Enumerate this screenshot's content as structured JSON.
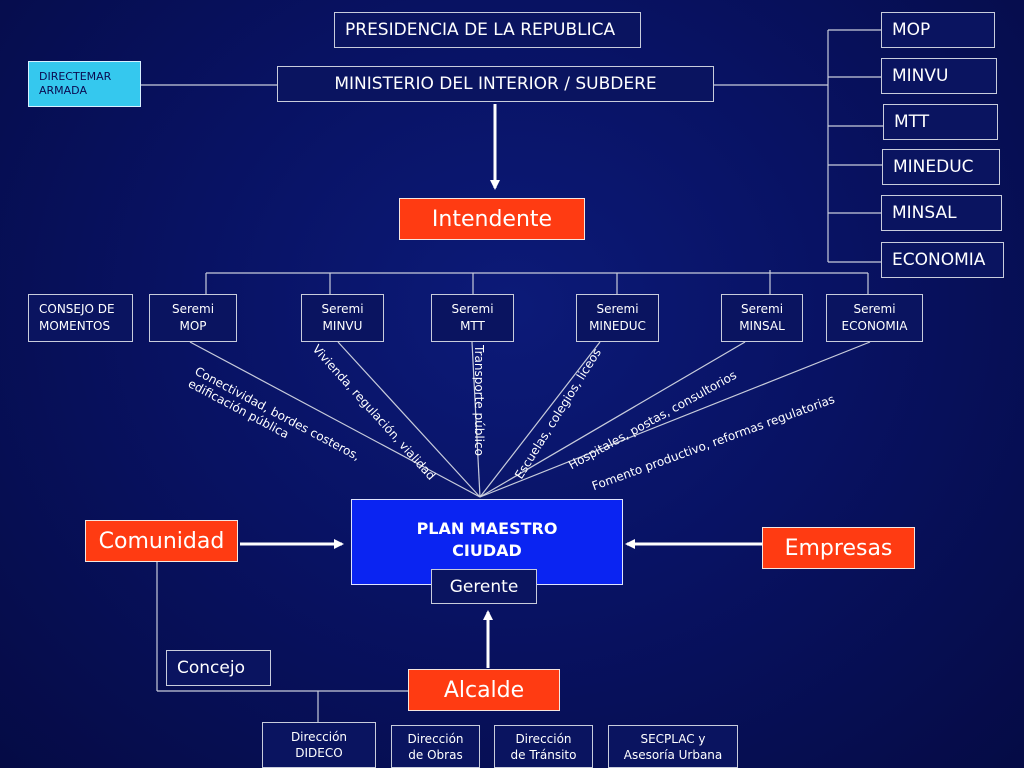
{
  "presidencia": "PRESIDENCIA DE LA REPUBLICA",
  "ministerio": "MINISTERIO DEL INTERIOR / SUBDERE",
  "directemar": "DIRECTEMAR\nARMADA",
  "intendente": "Intendente",
  "ministries": [
    "MOP",
    "MINVU",
    "MTT",
    "MINEDUC",
    "MINSAL",
    "ECONOMIA"
  ],
  "consejo": "CONSEJO DE\nMOMENTOS",
  "seremis": [
    "Seremi\nMOP",
    "Seremi\nMINVU",
    "Seremi\nMTT",
    "Seremi\nMINEDUC",
    "Seremi\nMINSAL",
    "Seremi\nECONOMIA"
  ],
  "annotations": {
    "mop": "Conectividad, bordes costeros,\nedificación pública",
    "minvu": "Vivienda, regulación, vialidad",
    "mtt": "Transporte público",
    "mineduc": "Escuelas, colegios, liceos",
    "minsal": "Hospitales, postas, consultorios",
    "economia": "Fomento productivo, reformas regulatorias"
  },
  "plan": "PLAN MAESTRO\nCIUDAD",
  "gerente": "Gerente",
  "comunidad": "Comunidad",
  "empresas": "Empresas",
  "concejo": "Concejo",
  "alcalde": "Alcalde",
  "direcciones": [
    "Dirección\nDIDECO",
    "Dirección\nde Obras",
    "Dirección\nde Tránsito",
    "SECPLAC y\nAsesoría Urbana"
  ],
  "colors": {
    "red": "#ff3b12",
    "cyan": "#35c8ee",
    "plan_blue": "#0a24f2",
    "line": "#c8ccdc"
  }
}
